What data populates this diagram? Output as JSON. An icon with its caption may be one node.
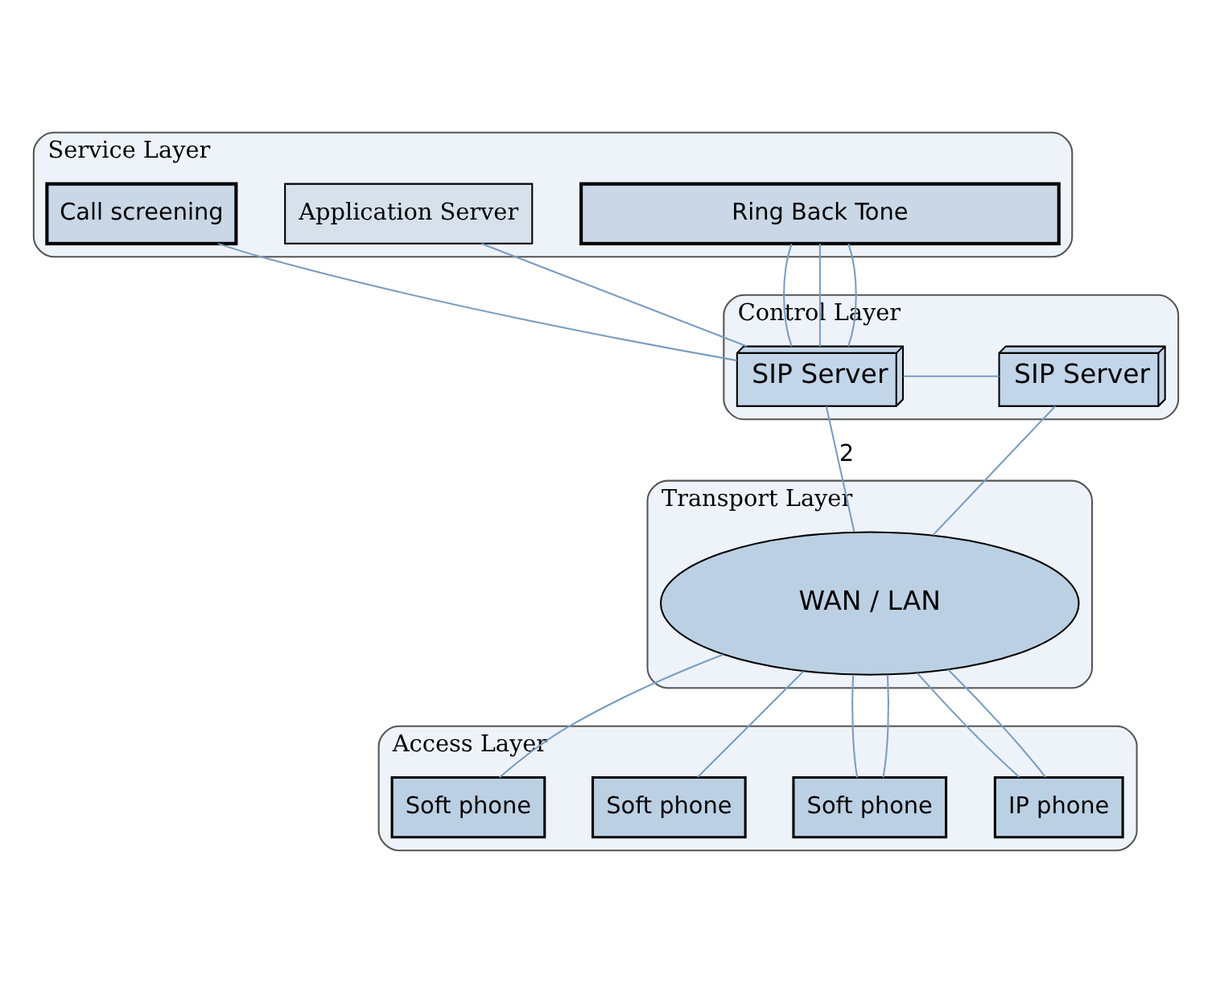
{
  "diagram": {
    "nodes": [
      {
        "text": [
          "Service Layer"
        ]
      },
      {
        "text": [
          "Call screening"
        ],
        "in": 0
      },
      {
        "text": [
          "Application Server"
        ],
        "in": 0
      },
      {
        "text": [
          "Ring Back Tone"
        ],
        "in": 0
      },
      {
        "text": [
          "Control Layer"
        ]
      },
      {
        "text": [
          "SIP Server"
        ],
        "in": 4
      },
      {
        "text": [
          "SIP Server"
        ],
        "in": 4
      },
      {
        "text": [
          "Transport Layer"
        ]
      },
      {
        "text": [
          "WAN / LAN"
        ],
        "in": 7
      },
      {
        "text": [
          "Access Layer"
        ]
      },
      {
        "text": [
          "Soft phone"
        ],
        "in": 9
      },
      {
        "text": [
          "Soft phone"
        ],
        "in": 9
      },
      {
        "text": [
          "Soft phone"
        ],
        "in": 9
      },
      {
        "text": [
          "IP phone"
        ],
        "in": 9
      }
    ],
    "edges": [
      {
        "from": 1,
        "to": 5,
        "arrow": "none"
      },
      {
        "from": 2,
        "to": 5,
        "arrow": "none"
      },
      {
        "from": 3,
        "to": 5,
        "arrow": "none"
      },
      {
        "from": 3,
        "to": 5,
        "arrow": "none"
      },
      {
        "from": 3,
        "to": 5,
        "arrow": "none"
      },
      {
        "from": 5,
        "to": 6,
        "arrow": "none"
      },
      {
        "from": 5,
        "to": 8,
        "arrow": "none",
        "label": "2"
      },
      {
        "from": 6,
        "to": 8,
        "arrow": "none"
      },
      {
        "from": 8,
        "to": 11,
        "arrow": "none"
      },
      {
        "from": 8,
        "to": 12,
        "arrow": "none"
      },
      {
        "from": 8,
        "to": 12,
        "arrow": "none"
      },
      {
        "from": 8,
        "to": 13,
        "arrow": "none"
      },
      {
        "from": 8,
        "to": 13,
        "arrow": "none"
      },
      {
        "from": 8,
        "to": 10,
        "arrow": "none"
      }
    ]
  }
}
